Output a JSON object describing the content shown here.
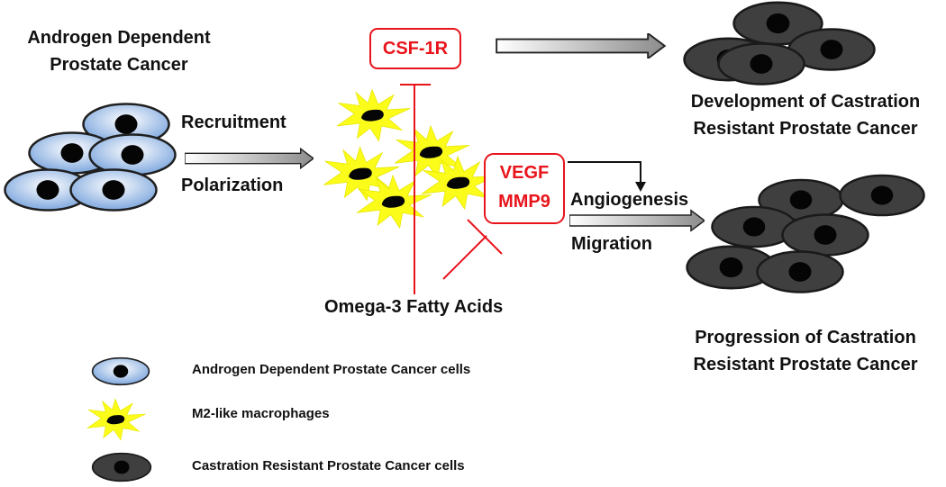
{
  "colors": {
    "androgen_cell_fill": "#a9c6ec",
    "cast_cell_fill": "#3f3f3f",
    "macrophage_fill": "#fcfc1b",
    "inhibition_red": "#e8141b",
    "nucleus": "#050505"
  },
  "icons": {
    "androgen_cell": "blue-ellipse-cell-icon",
    "macrophage": "yellow-star-macrophage-icon",
    "cast_cell": "dark-ellipse-cell-icon",
    "arrow": "gray-block-arrow-icon",
    "inhibitor": "t-bar-inhibition-icon"
  },
  "labels": {
    "adpc_title_line1": "Androgen Dependent",
    "adpc_title_line2": "Prostate Cancer",
    "recruitment": "Recruitment",
    "polarization": "Polarization",
    "csf1r": "CSF-1R",
    "vegf": "VEGF",
    "mmp9": "MMP9",
    "angiogenesis": "Angiogenesis",
    "migration": "Migration",
    "omega3": "Omega-3 Fatty Acids",
    "development_line1": "Development of Castration",
    "development_line2": "Resistant Prostate Cancer",
    "progression_line1": "Progression of Castration",
    "progression_line2": "Resistant Prostate Cancer"
  },
  "legend": [
    {
      "icon": "blue-ellipse-cell-icon",
      "label": "Androgen Dependent Prostate Cancer cells"
    },
    {
      "icon": "yellow-star-macrophage-icon",
      "label": "M2-like macrophages"
    },
    {
      "icon": "dark-ellipse-cell-icon",
      "label": "Castration Resistant Prostate Cancer cells"
    }
  ]
}
